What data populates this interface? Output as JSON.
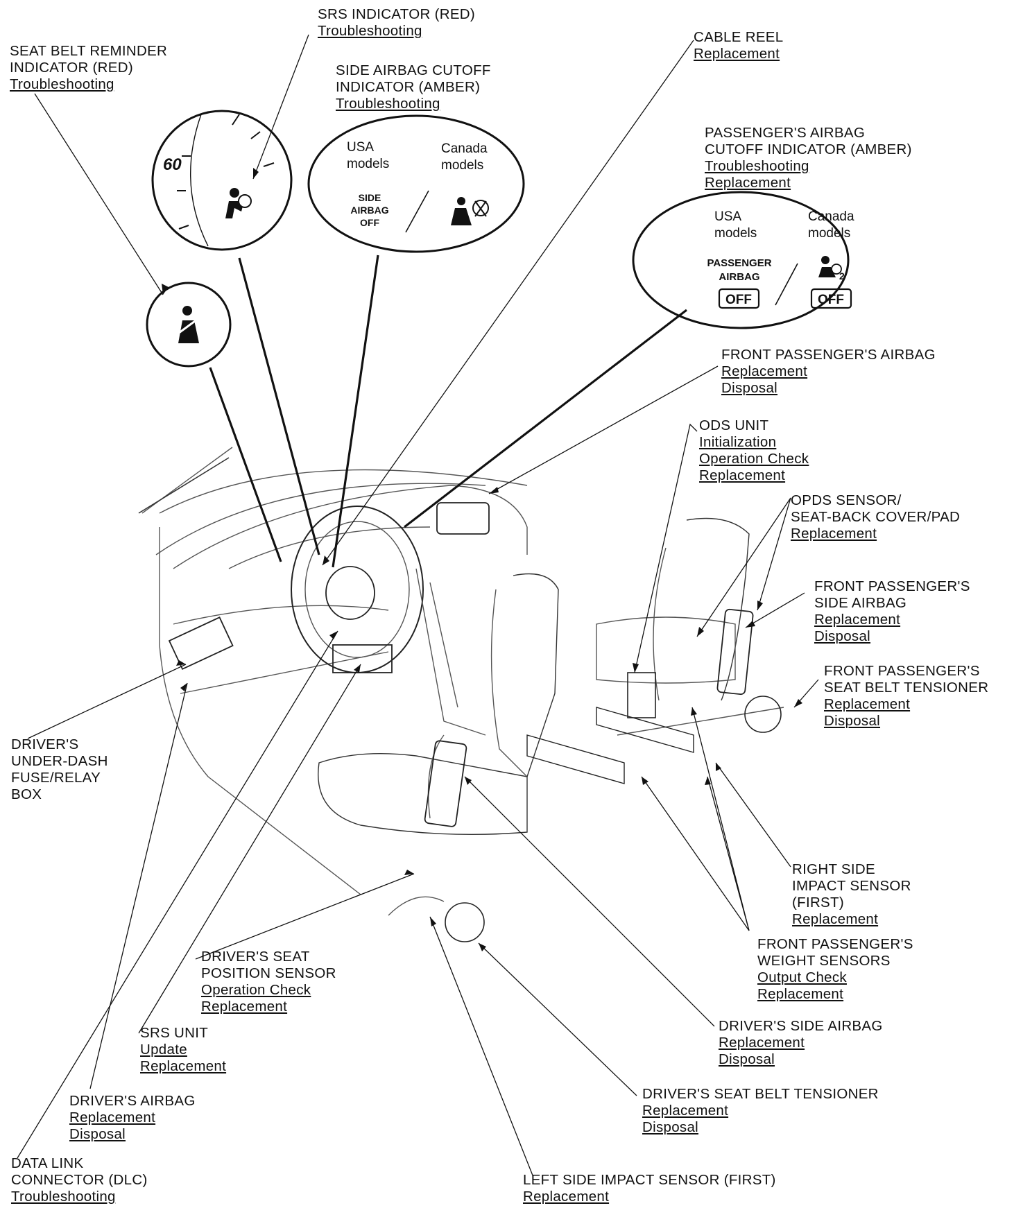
{
  "labels": {
    "seat_belt_reminder": {
      "title": [
        "SEAT BELT REMINDER",
        "INDICATOR (RED)"
      ],
      "links": [
        "Troubleshooting"
      ]
    },
    "srs_indicator": {
      "title": [
        "SRS INDICATOR (RED)"
      ],
      "links": [
        "Troubleshooting"
      ]
    },
    "side_airbag_cutoff": {
      "title": [
        "SIDE AIRBAG CUTOFF",
        "INDICATOR (AMBER)"
      ],
      "links": [
        "Troubleshooting"
      ]
    },
    "cable_reel": {
      "title": [
        "CABLE REEL"
      ],
      "links": [
        "Replacement"
      ]
    },
    "passenger_airbag_cutoff": {
      "title": [
        "PASSENGER'S AIRBAG",
        "CUTOFF INDICATOR (AMBER)"
      ],
      "links": [
        "Troubleshooting",
        "Replacement"
      ]
    },
    "front_passenger_airbag": {
      "title": [
        "FRONT PASSENGER'S AIRBAG"
      ],
      "links": [
        "Replacement",
        "Disposal"
      ]
    },
    "ods_unit": {
      "title": [
        "ODS UNIT"
      ],
      "links": [
        "Initialization",
        "Operation Check",
        "Replacement"
      ]
    },
    "opds_sensor": {
      "title": [
        "OPDS SENSOR/",
        "SEAT-BACK COVER/PAD"
      ],
      "links": [
        "Replacement"
      ]
    },
    "front_passenger_side_airbag": {
      "title": [
        "FRONT PASSENGER'S",
        "SIDE AIRBAG"
      ],
      "links": [
        "Replacement",
        "Disposal"
      ]
    },
    "front_passenger_belt_tensioner": {
      "title": [
        "FRONT PASSENGER'S",
        "SEAT BELT TENSIONER"
      ],
      "links": [
        "Replacement",
        "Disposal"
      ]
    },
    "drivers_fuse_box": {
      "title": [
        "DRIVER'S",
        "UNDER-DASH",
        "FUSE/RELAY",
        "BOX"
      ],
      "links": []
    },
    "right_side_impact_sensor": {
      "title": [
        "RIGHT SIDE",
        "IMPACT SENSOR",
        "(FIRST)"
      ],
      "links": [
        "Replacement"
      ]
    },
    "front_passenger_weight_sensors": {
      "title": [
        "FRONT PASSENGER'S",
        "WEIGHT SENSORS"
      ],
      "links": [
        "Output Check",
        "Replacement"
      ]
    },
    "drivers_seat_position_sensor": {
      "title": [
        "DRIVER'S SEAT",
        "POSITION SENSOR"
      ],
      "links": [
        "Operation Check",
        "Replacement"
      ]
    },
    "drivers_side_airbag": {
      "title": [
        "DRIVER'S SIDE AIRBAG"
      ],
      "links": [
        "Replacement",
        "Disposal"
      ]
    },
    "srs_unit": {
      "title": [
        "SRS UNIT"
      ],
      "links": [
        "Update",
        "Replacement"
      ]
    },
    "drivers_belt_tensioner": {
      "title": [
        "DRIVER'S SEAT BELT TENSIONER"
      ],
      "links": [
        "Replacement",
        "Disposal"
      ]
    },
    "drivers_airbag": {
      "title": [
        "DRIVER'S AIRBAG"
      ],
      "links": [
        "Replacement",
        "Disposal"
      ]
    },
    "dlc": {
      "title": [
        "DATA LINK",
        "CONNECTOR (DLC)"
      ],
      "links": [
        "Troubleshooting"
      ]
    },
    "left_side_impact_sensor": {
      "title": [
        "LEFT SIDE IMPACT SENSOR (FIRST)"
      ],
      "links": [
        "Replacement"
      ]
    }
  },
  "indicators": {
    "speed": "60",
    "side_usa_models": [
      "USA",
      "models"
    ],
    "side_canada_models": [
      "Canada",
      "models"
    ],
    "side_airbag_off": [
      "SIDE",
      "AIRBAG",
      "OFF"
    ],
    "pass_usa_models": [
      "USA",
      "models"
    ],
    "pass_canada_models": [
      "Canada",
      "models"
    ],
    "passenger_airbag": [
      "PASSENGER",
      "AIRBAG"
    ],
    "off_usa": "OFF",
    "off_canada": "OFF",
    "canada_subscript": "2"
  }
}
